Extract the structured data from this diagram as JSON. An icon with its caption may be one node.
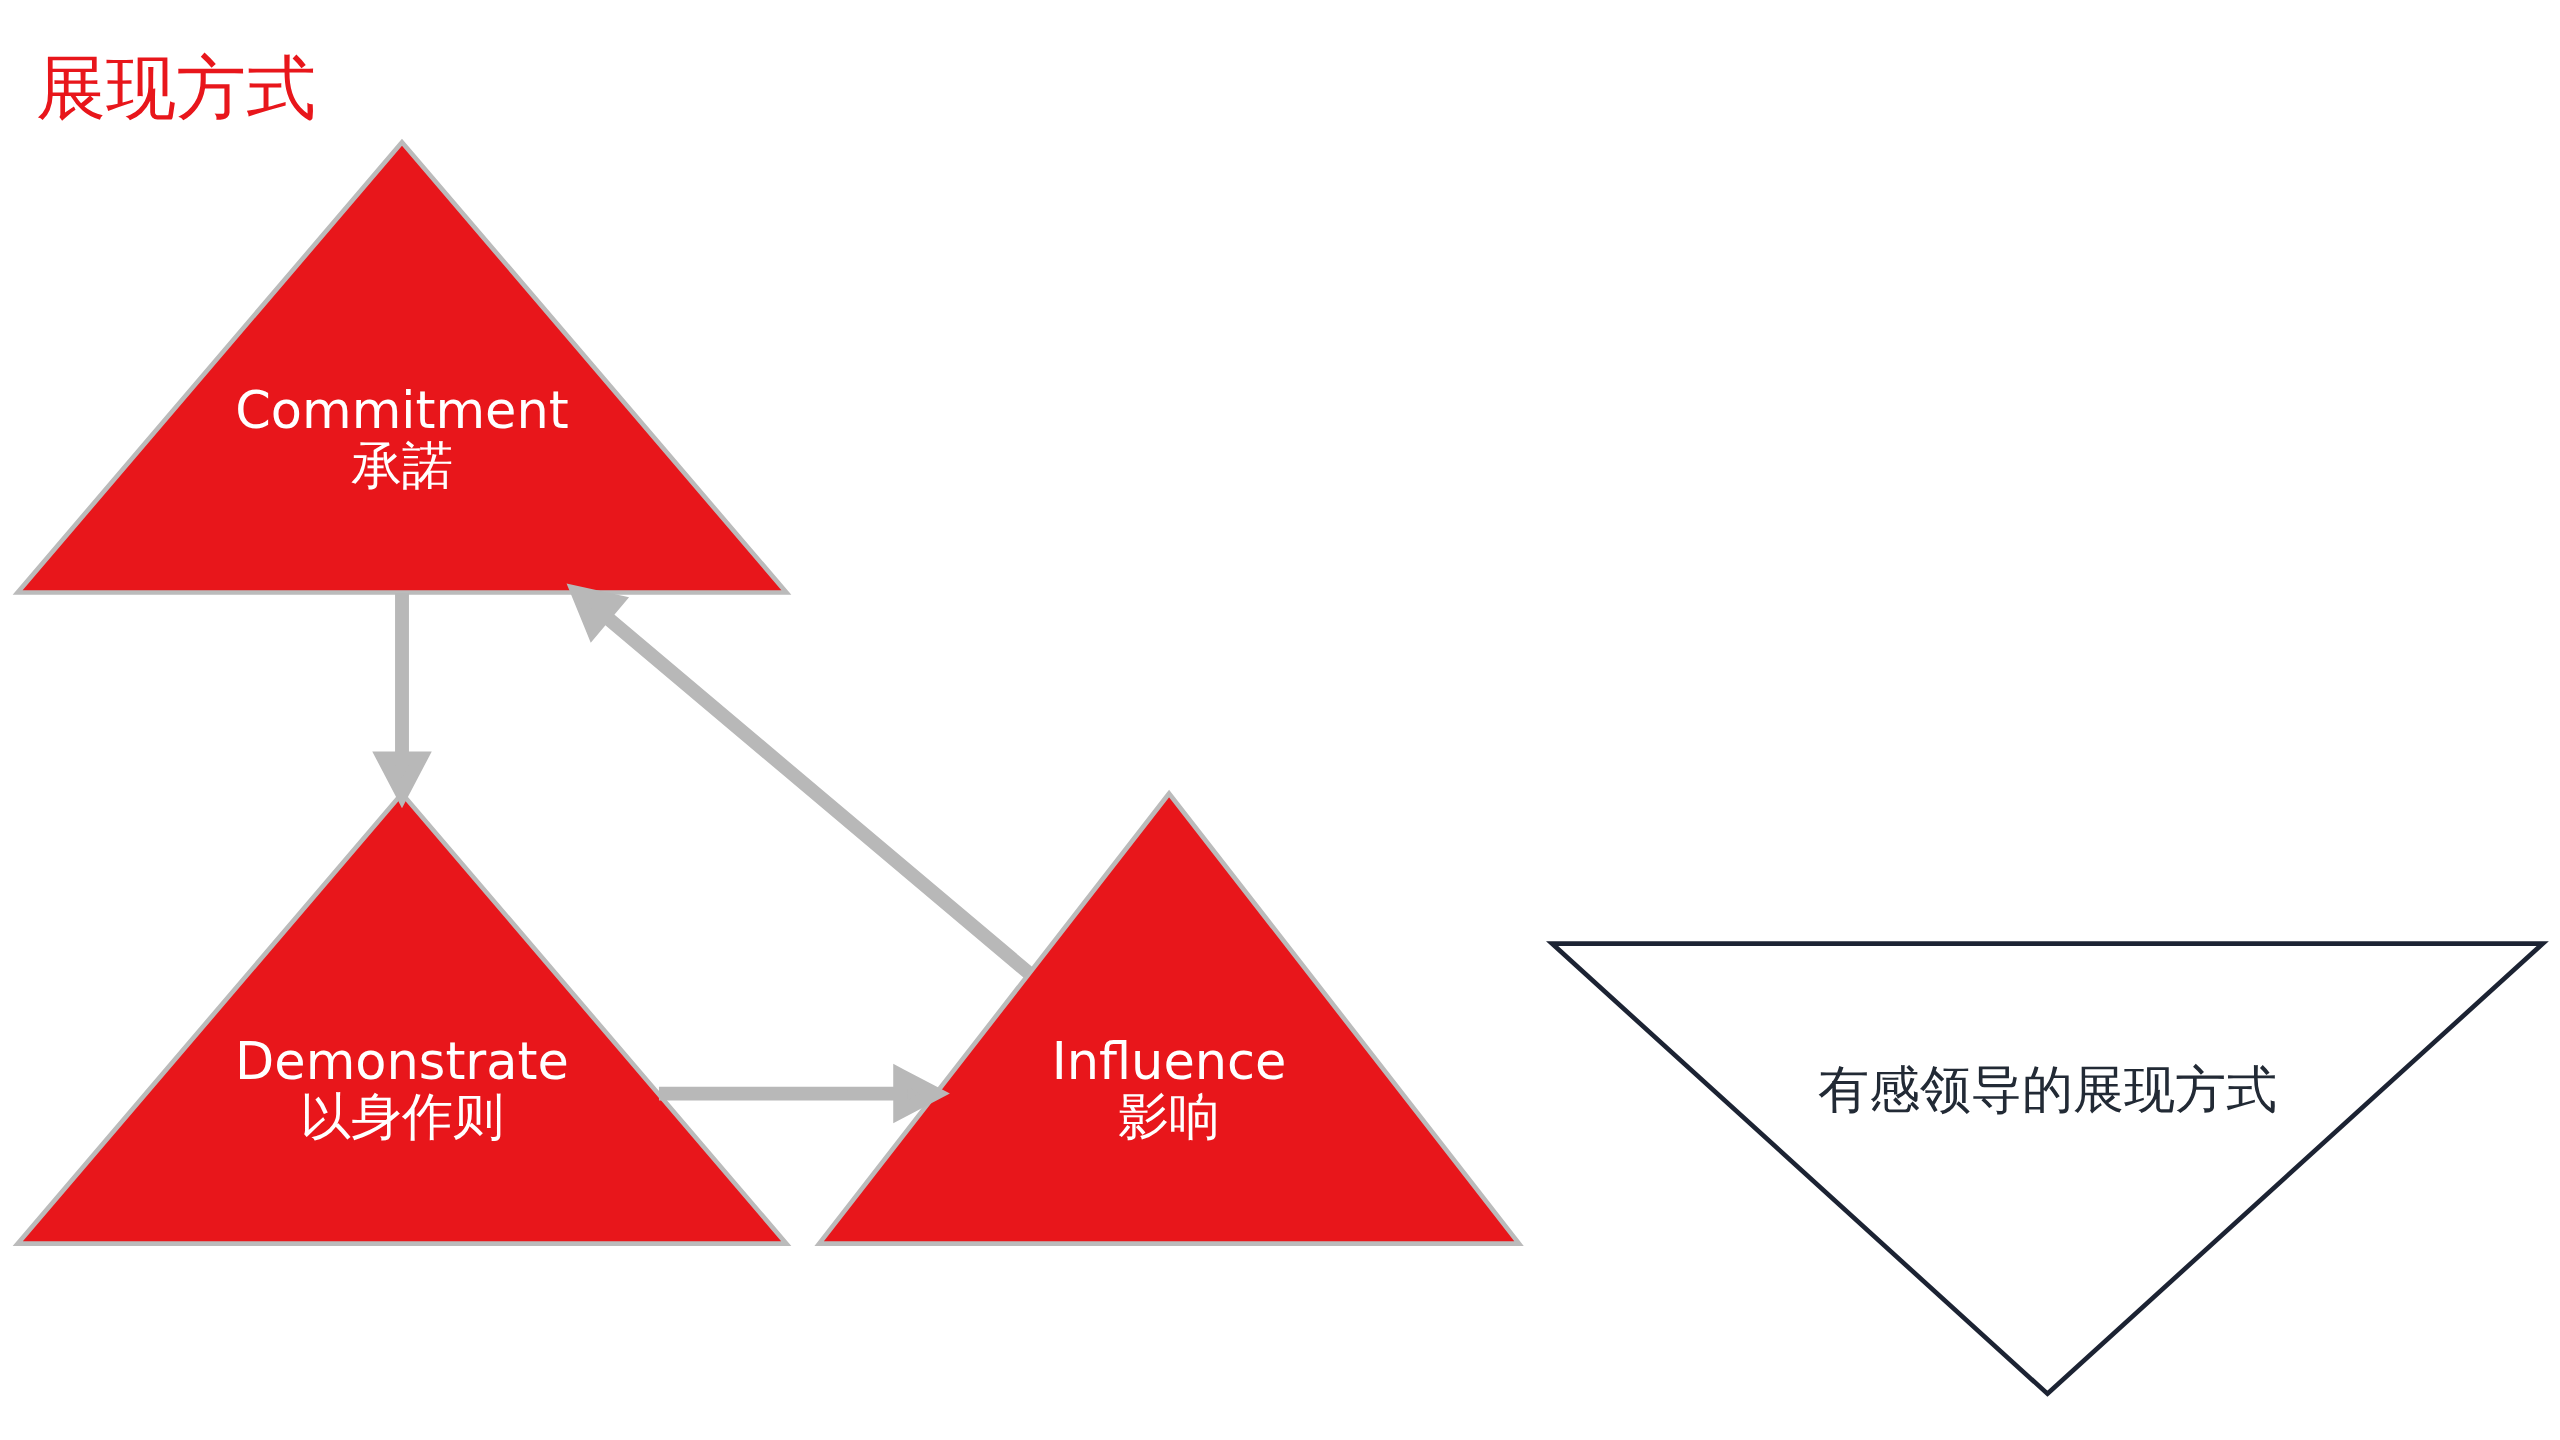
{
  "diagram": {
    "title": "展现方式",
    "nodes": [
      {
        "text": [
          "Commitment",
          "承諾"
        ]
      },
      {
        "text": [
          "有感领导的展现方式"
        ]
      },
      {
        "text": [
          "Demonstrate",
          "以身作则"
        ]
      },
      {
        "text": [
          "Influence",
          "影响"
        ]
      }
    ],
    "edges": [
      {
        "from": 0,
        "to": 2,
        "arrow": "to"
      },
      {
        "from": 2,
        "to": 3,
        "arrow": "to"
      },
      {
        "from": 3,
        "to": 0,
        "arrow": "to"
      }
    ]
  }
}
